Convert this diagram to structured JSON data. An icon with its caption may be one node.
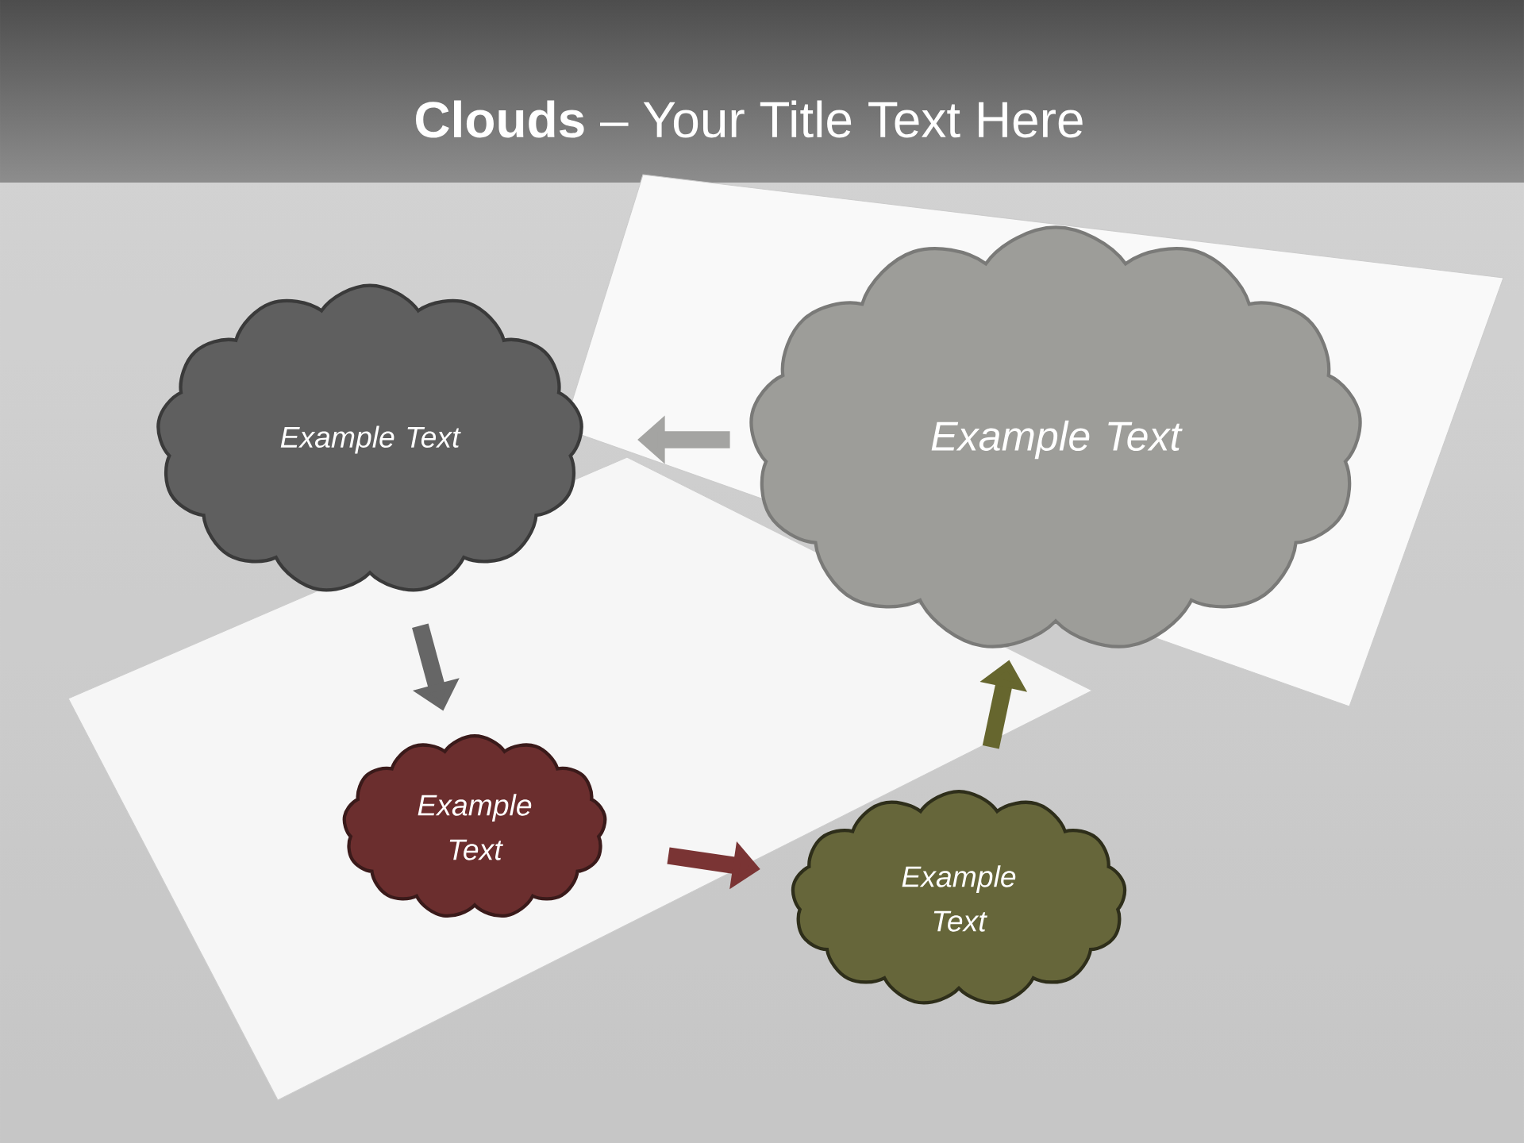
{
  "diagram": {
    "title": "**Clouds** – Your Title Text Here",
    "nodes": [
      {
        "text": [
          "Example Text"
        ]
      },
      {
        "text": [
          "Example Text"
        ]
      },
      {
        "text": [
          "Example Text"
        ]
      },
      {
        "text": [
          "Example Text"
        ]
      }
    ],
    "edges": [
      {
        "from": 1,
        "to": 0,
        "arrow": "to",
        "color": "#a4a4a2"
      },
      {
        "from": 0,
        "to": 2,
        "arrow": "to",
        "color": "#666666"
      },
      {
        "from": 2,
        "to": 3,
        "arrow": "to",
        "color": "#7a3434"
      },
      {
        "from": 3,
        "to": 1,
        "arrow": "to",
        "color": "#66662e"
      }
    ]
  }
}
